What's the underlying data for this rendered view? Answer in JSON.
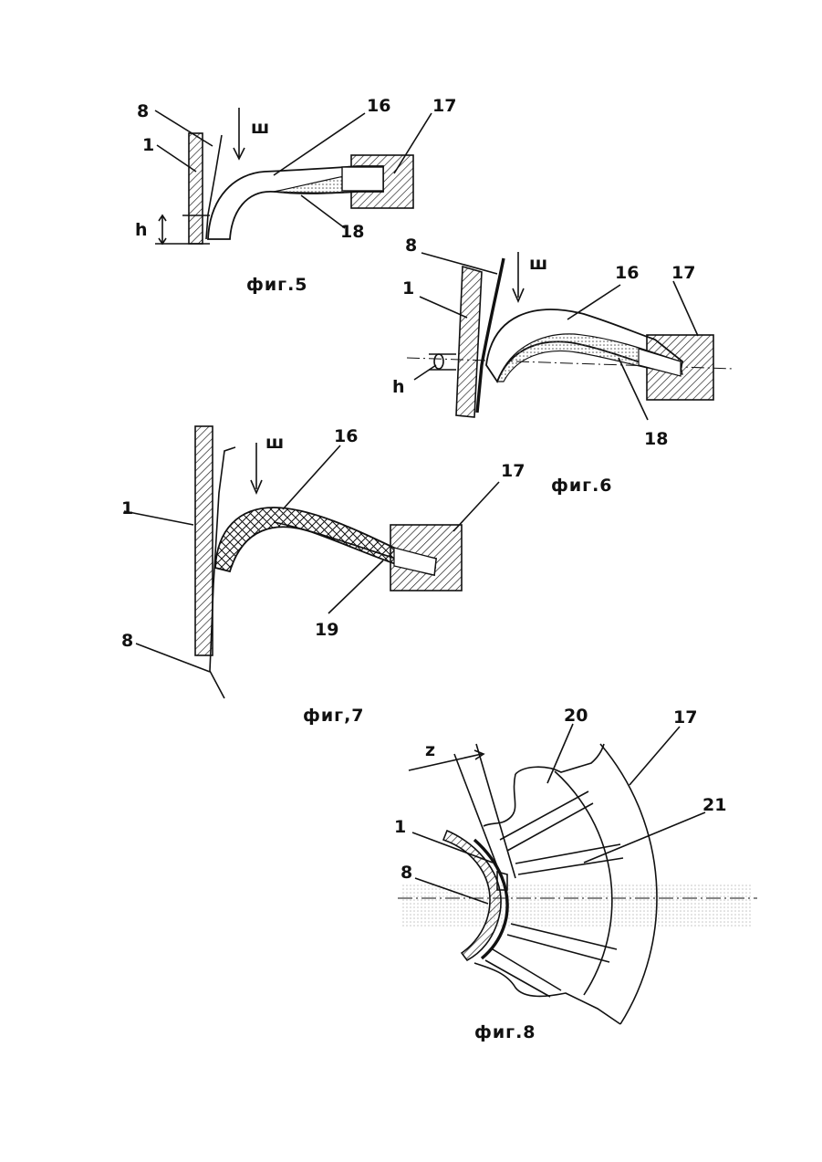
{
  "figures": {
    "fig5": {
      "caption": "фиг.5",
      "labels": {
        "n8": "8",
        "n1": "1",
        "h": "h",
        "w": "ш",
        "n16": "16",
        "n17": "17",
        "n18": "18"
      }
    },
    "fig6": {
      "caption": "фиг.6",
      "labels": {
        "n8": "8",
        "n1": "1",
        "h": "h",
        "w": "ш",
        "n16": "16",
        "n17": "17",
        "n18": "18"
      }
    },
    "fig7": {
      "caption": "фиг,7",
      "labels": {
        "n1": "1",
        "n8": "8",
        "w": "ш",
        "n16": "16",
        "n17": "17",
        "n19": "19"
      }
    },
    "fig8": {
      "caption": "фиг.8",
      "labels": {
        "z": "z",
        "n20": "20",
        "n17": "17",
        "n21": "21",
        "n1": "1",
        "n8": "8"
      }
    }
  },
  "colors": {
    "ink": "#111111",
    "paper": "#ffffff",
    "shade": "#9a9a9a"
  }
}
